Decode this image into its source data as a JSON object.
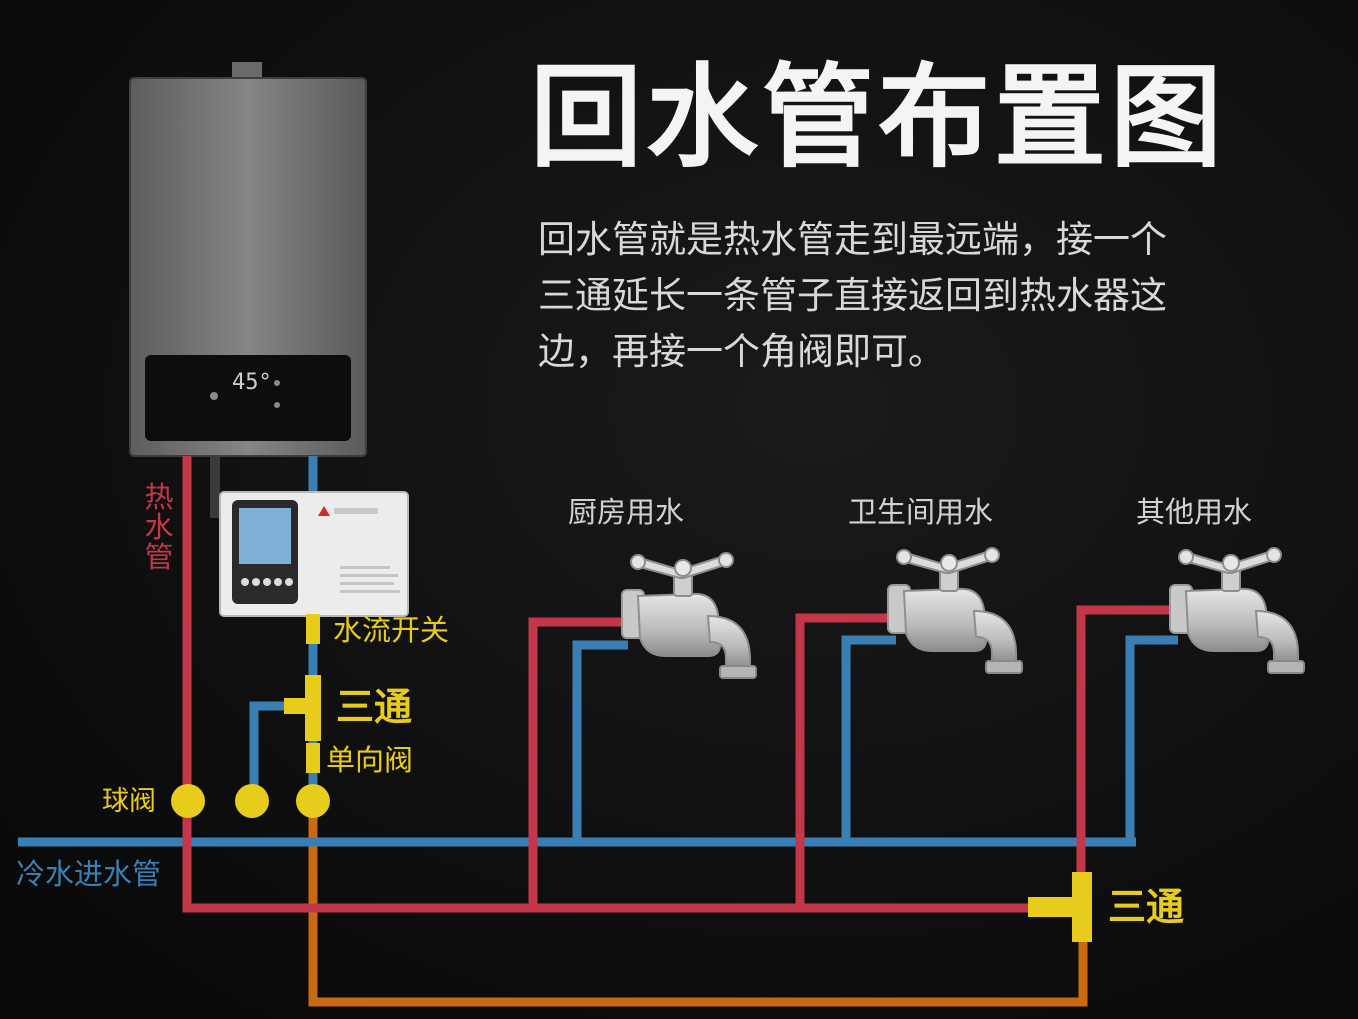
{
  "title": "回水管布置图",
  "description": "回水管就是热水管走到最远端，接一个三通延长一条管子直接返回到热水器这边，再接一个角阀即可。",
  "heater_display": "45°",
  "labels": {
    "hot_pipe": "热水管",
    "flow_switch": "水流开关",
    "tee_top": "三通",
    "check_valve": "单向阀",
    "ball_valve": "球阀",
    "cold_inlet": "冷水进水管",
    "tee_bottom": "三通"
  },
  "taps": [
    {
      "label": "厨房用水"
    },
    {
      "label": "卫生间用水"
    },
    {
      "label": "其他用水"
    }
  ],
  "colors": {
    "hot": "#c2384a",
    "cold": "#3a7fb3",
    "return": "#c86a12",
    "fitting": "#e8cc1c"
  }
}
